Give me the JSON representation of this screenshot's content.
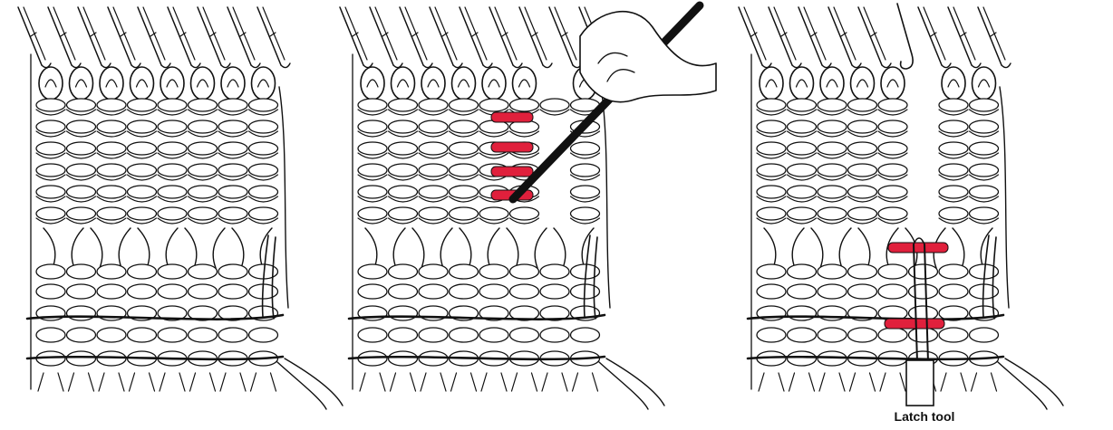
{
  "figure": {
    "caption": "Latch tool"
  },
  "panels": [
    {
      "name": "panel-1",
      "highlights": 0
    },
    {
      "name": "panel-2",
      "highlights": 4
    },
    {
      "name": "panel-3",
      "highlights": 2
    }
  ],
  "colors": {
    "ink": "#111111",
    "paper": "#ffffff",
    "highlight": "#e0203c"
  }
}
